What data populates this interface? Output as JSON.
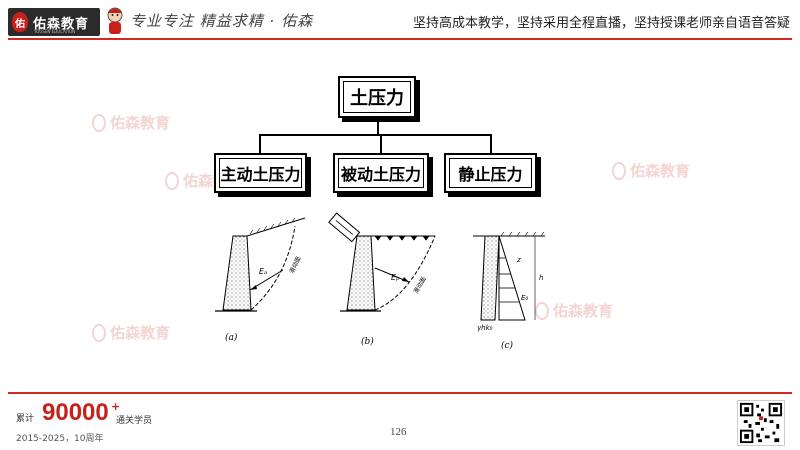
{
  "header": {
    "logo_text": "佑森教育",
    "logo_sub": "YOUSEN EDUCATION",
    "slogan": "专业专注 精益求精 · 佑森",
    "tagline": "坚持高成本教学，坚持采用全程直播，坚持授课老师亲自语音答疑"
  },
  "watermark": {
    "text": "佑森教育"
  },
  "tree": {
    "root": "土压力",
    "children": [
      "主动土压力",
      "被动土压力",
      "静止压力"
    ]
  },
  "figure": {
    "panels": [
      {
        "label": "(a)",
        "force_label": "Eₐ",
        "surface_label": "滑动面"
      },
      {
        "label": "(b)",
        "force_label": "Eₚ",
        "surface_label": "滑动面"
      },
      {
        "label": "(c)",
        "force_label": "E₀",
        "base_label": "γhk₀",
        "depth_labels": [
          "z",
          "h"
        ]
      }
    ]
  },
  "footer": {
    "prefix": "累计",
    "count": "90000",
    "plus": "+",
    "suffix": "通关学员",
    "years": "2015-2025，10周年"
  },
  "page_number": "126",
  "colors": {
    "accent": "#d42a22",
    "text": "#222222"
  }
}
